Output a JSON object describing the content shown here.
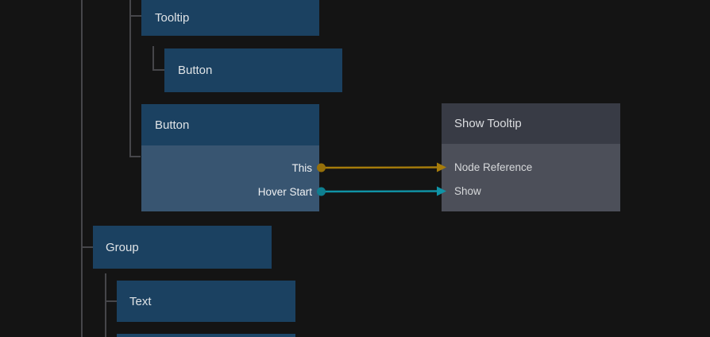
{
  "canvas": {
    "background": "#141414",
    "tree_line_color": "#46464a",
    "box_color": "#1b4161"
  },
  "tree": {
    "items": [
      {
        "label": "Tooltip"
      },
      {
        "label": "Button"
      },
      {
        "label": "Group"
      },
      {
        "label": "Text"
      }
    ]
  },
  "button_node": {
    "title": "Button",
    "outputs": [
      {
        "label": "This"
      },
      {
        "label": "Hover Start"
      }
    ]
  },
  "action_node": {
    "title": "Show Tooltip",
    "inputs": [
      {
        "label": "Node Reference"
      },
      {
        "label": "Show"
      }
    ]
  },
  "connections": [
    {
      "from": "This",
      "to": "Node Reference",
      "dot_color": "#96700a",
      "wire_color": "#a67c0b"
    },
    {
      "from": "Hover Start",
      "to": "Show",
      "dot_color": "#0e7f90",
      "wire_color": "#1093a6"
    }
  ]
}
